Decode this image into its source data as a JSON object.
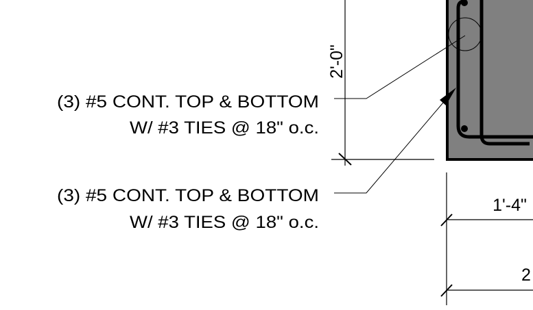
{
  "dimensions": {
    "height": "2'-0\"",
    "width_partial": "1'-4\"",
    "width_total_partial": "2"
  },
  "callouts": [
    {
      "line1": "(3) #5 CONT. TOP & BOTTOM",
      "line2": "W/ #3 TIES @ 18\" o.c."
    },
    {
      "line1": "(3) #5 CONT. TOP & BOTTOM",
      "line2": "W/ #3 TIES @ 18\" o.c."
    }
  ],
  "colors": {
    "concrete": "#808080",
    "line": "#000000"
  }
}
